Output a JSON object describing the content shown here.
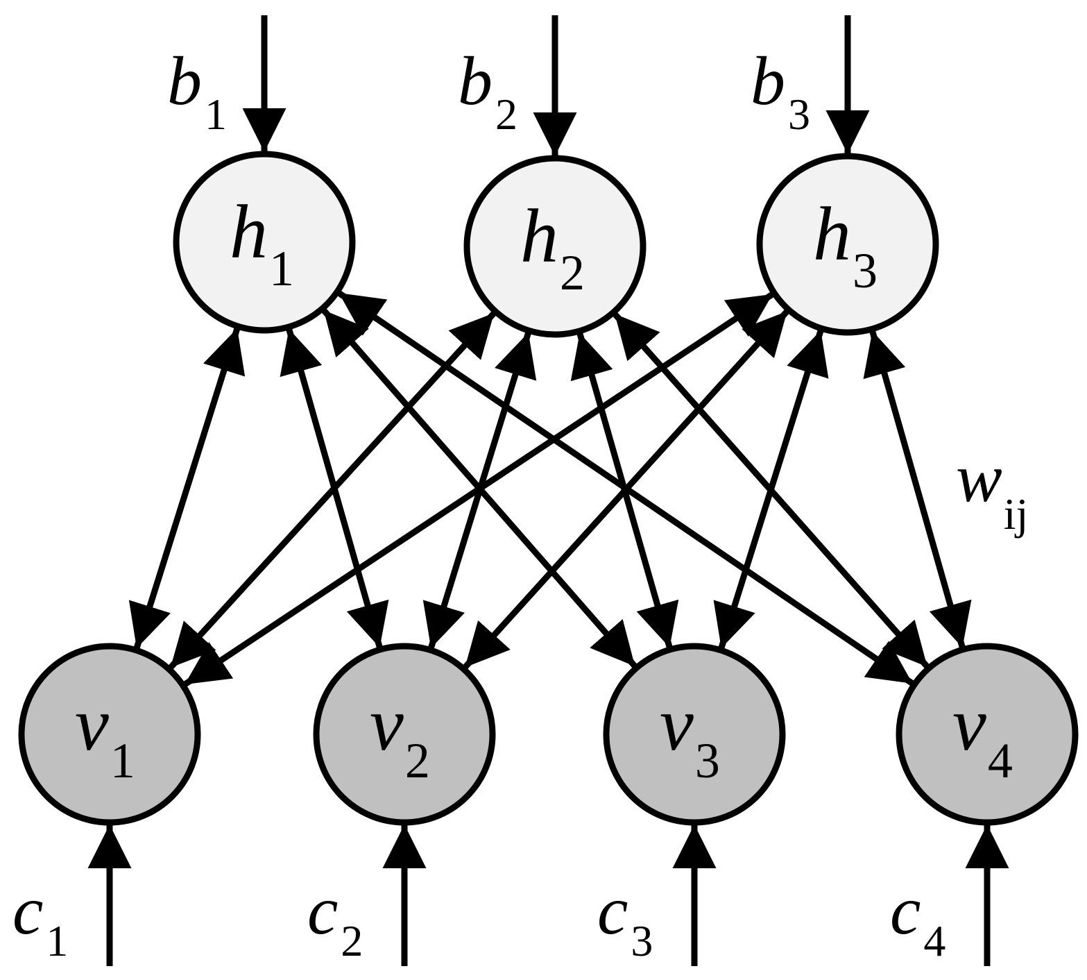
{
  "colors": {
    "stroke": "#000000",
    "hidden_fill": "#f2f2f2",
    "visible_fill": "#c0c0c0",
    "background": "#ffffff"
  },
  "hidden_units": [
    {
      "id": "h1",
      "symbol": "h",
      "index": "1"
    },
    {
      "id": "h2",
      "symbol": "h",
      "index": "2"
    },
    {
      "id": "h3",
      "symbol": "h",
      "index": "3"
    }
  ],
  "visible_units": [
    {
      "id": "v1",
      "symbol": "v",
      "index": "1"
    },
    {
      "id": "v2",
      "symbol": "v",
      "index": "2"
    },
    {
      "id": "v3",
      "symbol": "v",
      "index": "3"
    },
    {
      "id": "v4",
      "symbol": "v",
      "index": "4"
    }
  ],
  "hidden_biases": [
    {
      "target": "h1",
      "symbol": "b",
      "index": "1"
    },
    {
      "target": "h2",
      "symbol": "b",
      "index": "2"
    },
    {
      "target": "h3",
      "symbol": "b",
      "index": "3"
    }
  ],
  "visible_biases": [
    {
      "target": "v1",
      "symbol": "c",
      "index": "1"
    },
    {
      "target": "v2",
      "symbol": "c",
      "index": "2"
    },
    {
      "target": "v3",
      "symbol": "c",
      "index": "3"
    },
    {
      "target": "v4",
      "symbol": "c",
      "index": "4"
    }
  ],
  "connections": {
    "type": "bidirectional",
    "from_layer": "hidden",
    "to_layer": "visible",
    "fully_connected": true
  },
  "weight_label": {
    "symbol": "w",
    "index": "ij"
  }
}
